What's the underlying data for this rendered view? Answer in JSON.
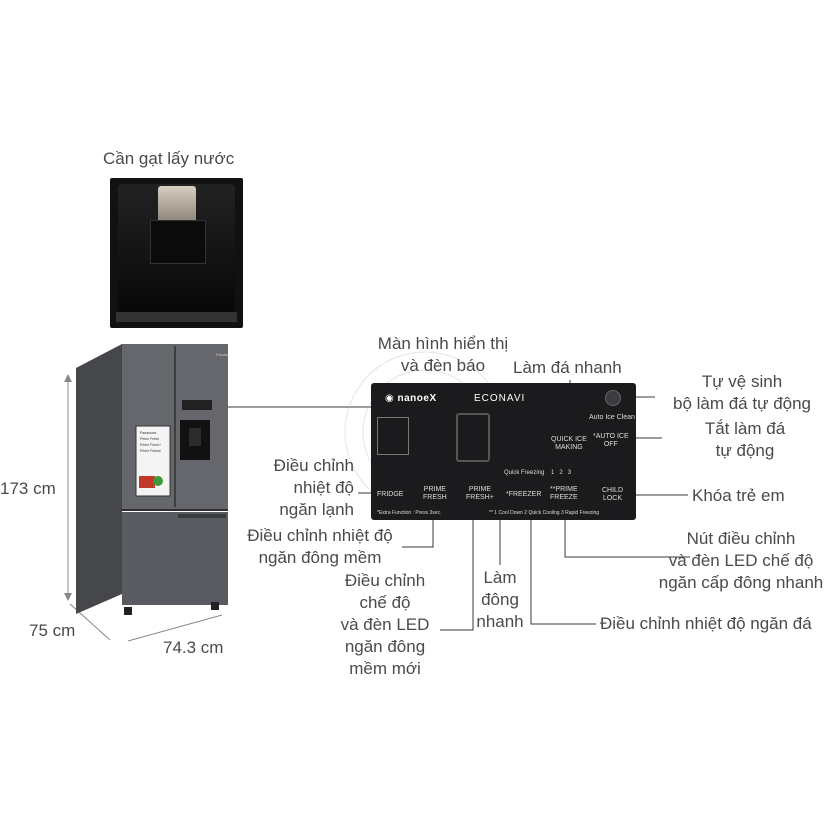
{
  "labels": {
    "lever": "Cần gạt lấy nước",
    "height": "173 cm",
    "depth": "75 cm",
    "width": "74.3 cm",
    "display": [
      "Màn hình hiển thị",
      "và đèn báo"
    ],
    "quick_ice": "Làm đá nhanh",
    "self_clean": [
      "Tự vệ sinh",
      "bộ làm đá tự động"
    ],
    "auto_ice_off": [
      "Tắt làm đá",
      "tự động"
    ],
    "child_lock": "Khóa trẻ em",
    "fridge_temp": [
      "Điều chỉnh",
      "nhiệt độ",
      "ngăn lạnh"
    ],
    "soft_freeze_temp": [
      "Điều chỉnh nhiệt độ",
      "ngăn đông mềm"
    ],
    "soft_freeze_mode": [
      "Điều chỉnh",
      "chế độ",
      "và đèn LED",
      "ngăn đông",
      "mềm mới"
    ],
    "quick_freeze": [
      "Làm",
      "đông",
      "nhanh"
    ],
    "prime_freeze": [
      "Nút điều chỉnh",
      "và đèn LED chế độ",
      "ngăn cấp đông nhanh"
    ],
    "freezer_temp": "Điều chỉnh nhiệt độ ngăn đá"
  },
  "panel": {
    "nanoe": "nanoeX",
    "econavi": "ECONAVI",
    "auto_ice_clean": "Auto Ice Clean",
    "quick_ice_making": [
      "QUICK ICE",
      "MAKING"
    ],
    "auto_ice_off": [
      "*AUTO ICE",
      "OFF"
    ],
    "quick_freezing": "Quick Freezing",
    "fridge": "FRIDGE",
    "prime_fresh": [
      "PRIME",
      "FRESH"
    ],
    "prime_fresh_plus": [
      "PRIME",
      "FRESH+"
    ],
    "freezer": "*FREEZER",
    "prime_freeze": [
      "**PRIME",
      "FREEZE"
    ],
    "child_lock": [
      "CHILD",
      "LOCK"
    ],
    "levels": [
      "1",
      "2",
      "3"
    ],
    "extra_function": "*Extra Function : Press 3sec.",
    "freeze_modes": "** 1  Cool Down   2  Quick Cooling   3  Rapid Freezing"
  },
  "fridge_screen": {
    "items": [
      "Panasonic",
      "Prime Fresh",
      "Prime Fresh+",
      "Prime Freeze"
    ]
  },
  "colors": {
    "line": "#3a3a3a",
    "panel_bg": "#1b1b1d",
    "fridge_body": "#5c5d62",
    "watermark": "#1a5fa8"
  }
}
